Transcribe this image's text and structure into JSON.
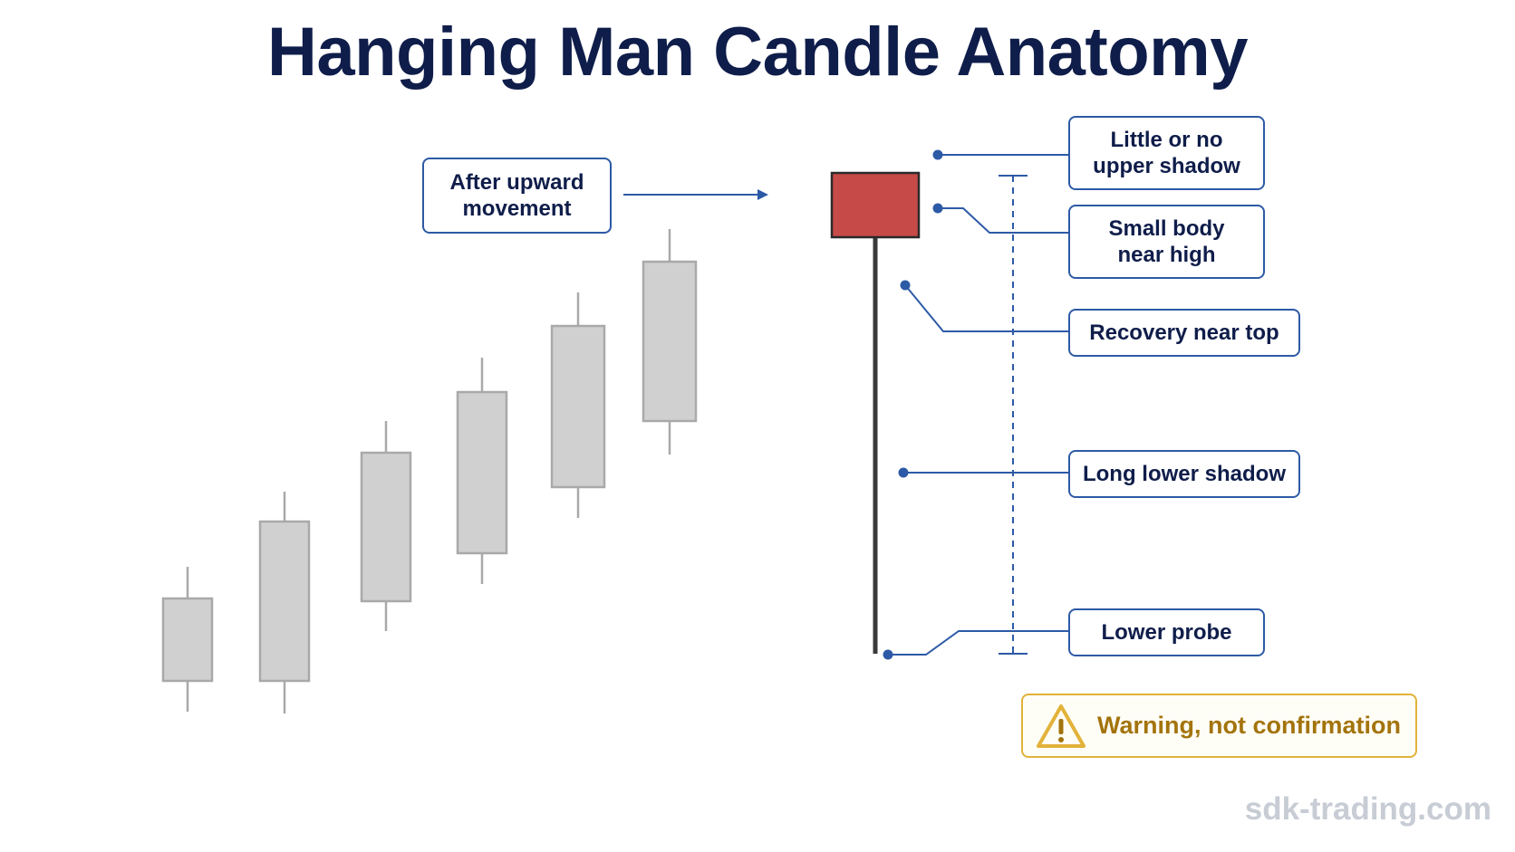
{
  "title": "Hanging Man Candle Anatomy",
  "labels": {
    "after_upward": [
      "After upward",
      "movement"
    ],
    "little_upper_shadow": [
      "Little or no",
      "upper shadow"
    ],
    "small_body": [
      "Small body",
      "near high"
    ],
    "recovery": [
      "Recovery near top"
    ],
    "long_lower_shadow": [
      "Long lower shadow"
    ],
    "lower_probe": [
      "Lower probe"
    ]
  },
  "warning": {
    "icon": "warning-triangle-icon",
    "text": "Warning, not confirmation"
  },
  "watermark": "sdk-trading.com",
  "colors": {
    "title": "#0f1d4a",
    "accent": "#2d5aa6",
    "hanging_man_body": "#c64a47",
    "uptrend_candles": "#d0d0d0",
    "warning": "#e2b23a",
    "warning_text": "#a3740c"
  }
}
